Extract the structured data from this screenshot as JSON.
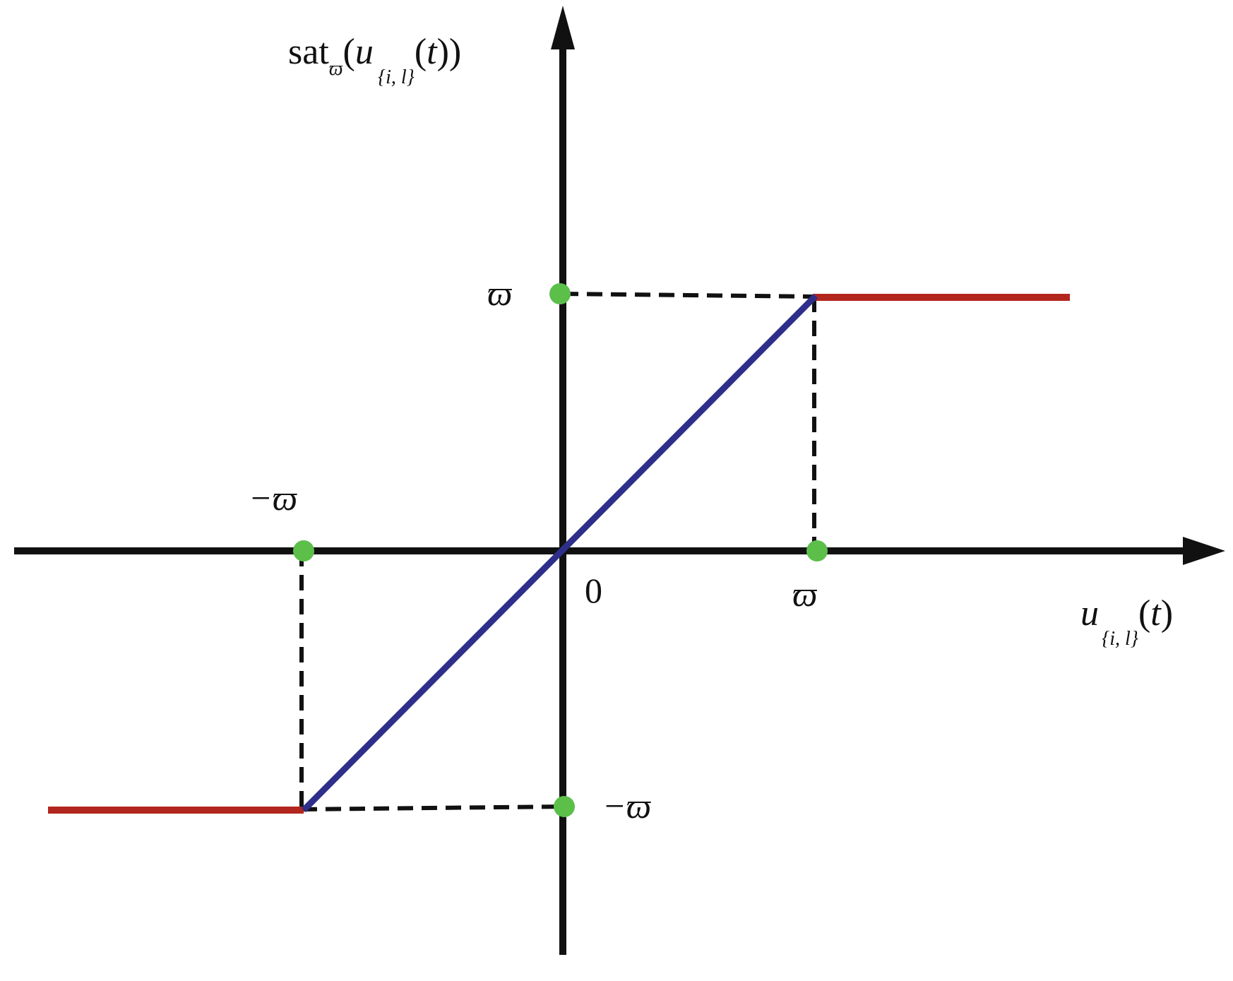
{
  "diagram": {
    "y_axis_label": {
      "prefix": "sat",
      "prefix_subscript": "ϖ",
      "open": "(",
      "var": "u",
      "var_subscript": "{i, l}",
      "suffix_open": "(",
      "t": "t",
      "suffix_close": "))"
    },
    "x_axis_label": {
      "var": "u",
      "var_subscript": "{i, l}",
      "open": "(",
      "t": "t",
      "close": ")"
    },
    "origin_label": "0",
    "tick_labels": {
      "x_positive": "ϖ",
      "x_negative": "−ϖ",
      "y_positive": "ϖ",
      "y_negative": "−ϖ"
    },
    "colors": {
      "axis": "#111111",
      "linear_segment": "#2e2f8a",
      "saturated_segments": "#b3261e",
      "markers": "#5bbf4a",
      "guides": "#111111"
    }
  }
}
